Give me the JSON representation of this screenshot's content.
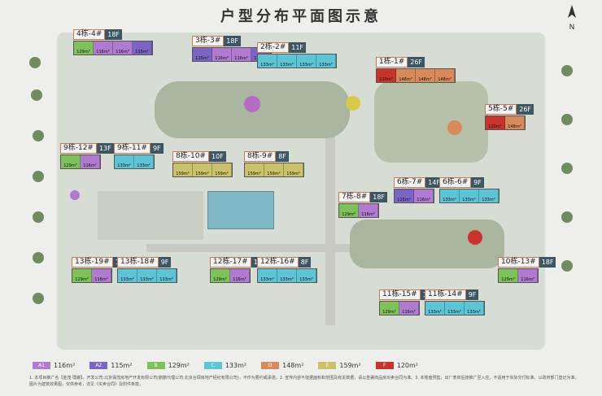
{
  "title": "户型分布平面图示意",
  "colors": {
    "A1": "#b07ad0",
    "A2": "#7a64c4",
    "B": "#7ec05a",
    "C": "#5cc4d4",
    "D": "#d98a5a",
    "E": "#c9c26a",
    "F": "#c8342c"
  },
  "buildings": [
    {
      "id": "b4",
      "name": "4栋-4#",
      "floor": "18F",
      "units": [
        "B",
        "A1",
        "A1",
        "A2"
      ],
      "labels": [
        "129m²",
        "116m²",
        "116m²",
        "115m²"
      ]
    },
    {
      "id": "b3",
      "name": "3栋-3#",
      "floor": "18F",
      "units": [
        "A2",
        "A1",
        "A1",
        "A2"
      ],
      "labels": [
        "115m²",
        "116m²",
        "116m²",
        "115m²"
      ]
    },
    {
      "id": "b2",
      "name": "2栋-2#",
      "floor": "11F",
      "units": [
        "C",
        "C",
        "C",
        "C"
      ],
      "labels": [
        "133m²",
        "133m²",
        "133m²",
        "133m²"
      ]
    },
    {
      "id": "b1",
      "name": "1栋-1#",
      "floor": "26F",
      "units": [
        "F",
        "D",
        "D",
        "D"
      ],
      "labels": [
        "120m²",
        "148m²",
        "148m²",
        "148m²"
      ]
    },
    {
      "id": "b5",
      "name": "5栋-5#",
      "floor": "26F",
      "units": [
        "F",
        "D"
      ],
      "labels": [
        "120m²",
        "148m²"
      ]
    },
    {
      "id": "b12",
      "name": "9栋-12#",
      "floor": "13F",
      "units": [
        "B",
        "A1"
      ],
      "labels": [
        "129m²",
        "116m²"
      ]
    },
    {
      "id": "b11",
      "name": "9栋-11#",
      "floor": "9F",
      "units": [
        "C",
        "C"
      ],
      "labels": [
        "133m²",
        "133m²"
      ]
    },
    {
      "id": "b10",
      "name": "8栋-10#",
      "floor": "10F",
      "units": [
        "E",
        "E",
        "E"
      ],
      "labels": [
        "159m²",
        "159m²",
        "159m²"
      ]
    },
    {
      "id": "b9",
      "name": "8栋-9#",
      "floor": "8F",
      "units": [
        "E",
        "E",
        "E"
      ],
      "labels": [
        "159m²",
        "159m²",
        "159m²"
      ]
    },
    {
      "id": "b8",
      "name": "7栋-8#",
      "floor": "18F",
      "units": [
        "B",
        "A1"
      ],
      "labels": [
        "129m²",
        "116m²"
      ]
    },
    {
      "id": "b7",
      "name": "6栋-7#",
      "floor": "14F",
      "units": [
        "A2",
        "A1"
      ],
      "labels": [
        "115m²",
        "116m²"
      ]
    },
    {
      "id": "b6",
      "name": "6栋-6#",
      "floor": "9F",
      "units": [
        "C",
        "C",
        "C"
      ],
      "labels": [
        "133m²",
        "133m²",
        "133m²"
      ]
    },
    {
      "id": "b19",
      "name": "13栋-19#",
      "floor": "13F",
      "units": [
        "B",
        "A1"
      ],
      "labels": [
        "129m²",
        "116m²"
      ]
    },
    {
      "id": "b18",
      "name": "13栋-18#",
      "floor": "9F",
      "units": [
        "C",
        "C",
        "C"
      ],
      "labels": [
        "133m²",
        "133m²",
        "133m²"
      ]
    },
    {
      "id": "b17",
      "name": "12栋-17#",
      "floor": "13F",
      "units": [
        "B",
        "A1"
      ],
      "labels": [
        "129m²",
        "116m²"
      ]
    },
    {
      "id": "b16",
      "name": "12栋-16#",
      "floor": "8F",
      "units": [
        "C",
        "C",
        "C"
      ],
      "labels": [
        "133m²",
        "133m²",
        "133m²"
      ]
    },
    {
      "id": "b13",
      "name": "10栋-13#",
      "floor": "18F",
      "units": [
        "B",
        "A1"
      ],
      "labels": [
        "129m²",
        "116m²"
      ]
    },
    {
      "id": "b15",
      "name": "11栋-15#",
      "floor": "13F",
      "units": [
        "B",
        "A1"
      ],
      "labels": [
        "129m²",
        "116m²"
      ]
    },
    {
      "id": "b14",
      "name": "11栋-14#",
      "floor": "9F",
      "units": [
        "C",
        "C",
        "C"
      ],
      "labels": [
        "133m²",
        "133m²",
        "133m²"
      ]
    }
  ],
  "legend": [
    {
      "code": "A1",
      "area": "116m²"
    },
    {
      "code": "A2",
      "area": "115m²"
    },
    {
      "code": "B",
      "area": "129m²"
    },
    {
      "code": "C",
      "area": "133m²"
    },
    {
      "code": "D",
      "area": "148m²"
    },
    {
      "code": "E",
      "area": "159m²"
    },
    {
      "code": "F",
      "area": "120m²"
    }
  ],
  "note": "1. 本项目推广名【金茂·璞樾】，开发公司:北京保茂房地产开发有限公司(鹏鹏代理公司:北京合硕房地产经纪有限公司)，不作为要约或承诺。2. 宣传内容不能据面积和范围及有关数据，请以签署商品房买卖合同为准。3. 本楼盘预售，出厂表单后按推广至入住，不适用于实际交付标准。以政府部门登记为准。图片为建筑效果图，仅供参考，详见《买卖合同》及附件条款。",
  "compass_label": "N"
}
